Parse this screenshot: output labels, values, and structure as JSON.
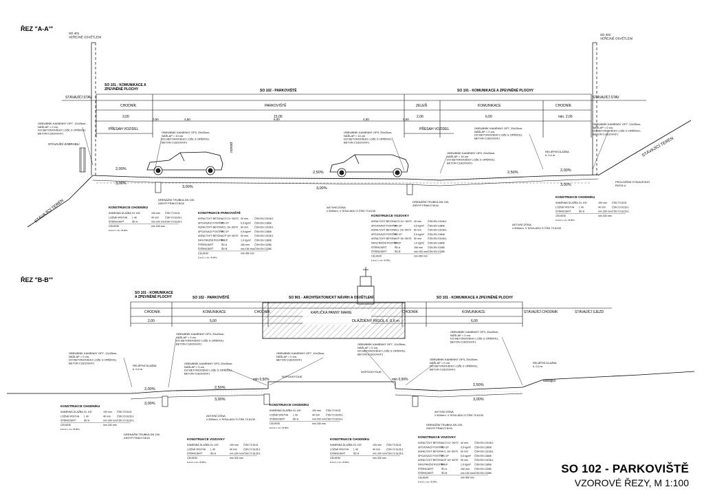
{
  "sections": {
    "a": {
      "title": "ŘEZ \"A-A'\"",
      "pole_left": "SO 401\nVEŘEJNÉ OSVĚTLENÍ",
      "pole_right": "SO 401\nVEŘEJNÉ OSVĚTLENÍ",
      "head_so101_left": "SO 101 - KOMUNIKACE A\nZPEVNĚNÉ PLOCHY",
      "head_so102": "SO 102 - PARKOVIŠTĚ",
      "head_so101_right": "SO 101 - KOMUNIKACE A ZPEVNĚNÉ PLOCHY",
      "zones": [
        "CHODNÍK",
        "PARKOVIŠTĚ",
        "ZELEŇ",
        "KOMUNIKACE",
        "CHODNÍK"
      ],
      "zone_dims": [
        "3,00",
        "15,00",
        "2,00",
        "6,00",
        "min. 2,00"
      ],
      "sub_dims": [
        "0,50",
        "4,50",
        "6,00",
        "4,50",
        "0,50",
        "0,50"
      ],
      "existing_left": "STÁVAJÍCÍ STAV",
      "existing_right": "STÁVAJÍCÍ STAV",
      "overhang_1": "PŘESAH VOZIDEL",
      "overhang_2": "PŘESAH VOZIDEL",
      "slopes": [
        "2,00%",
        "3,00%",
        "3,00%",
        "2,50%",
        "3,00%",
        "2,50%",
        "2,00%",
        "3,00%"
      ],
      "curb_1": "OBRUBNÍK KAMENNÝ OP7, 12x25cm,\nNÁŠLAP = 0 cm,\nDO BETONOVÉHO LOŽE S OPĚROU,\nBETON C16/20nXF1",
      "curb_2": "OBRUBNÍK KAMENNÝ OP3, 25x20cm,\nNÁŠLAP = 10 cm\nDO BETONOVÉHO LOŽE S OPĚROU,\nBETON C16/20nXF1",
      "curb_3": "OBRUBNÍK KAMENNÝ OP3, 25x20cm,\nNÁŠLAP = 10 cm\nDO BETONOVÉHO LOŽE S OPĚROU,\nBETON C16/20nXF1",
      "curb_4": "OBRUBNÍK KAMENNÝ OP3, 25x20cm,\nNÁŠLAP = 10 cm\nDO BETONOVÉHO LOŽE S OPĚROU,\nBETON C16/20nXF1",
      "curb_5": "OBRUBNÍK KAMENNÝ OP7, 25x20cm,\nNÁŠLAP = 0 cm,\nDO BETONOVÉHO LOŽE S OPĚROU,\nBETON C16/20nXF1",
      "curb_6": "OBRUBNÍK KAMENNÝ OP7, 12x25cm,\nNÁŠLAP = 0 cm,\nDO BETONOVÉHO LOŽE S OPĚROU,\nBETON C16/20nXF1",
      "barrier": "STÁVAJÍCÍ ZÁBRADLÍ",
      "terrain_left": "STÁVAJÍCÍ TERÉN",
      "terrain_right": "STÁVAJÍCÍ TERÉN",
      "drain": "DRENÁŽNÍ TRUBKA DN 100,\nZÁSYP FRAKCÍ 8/16",
      "drain_2": "DRENÁŽNÍ TRUBKA DN 100,\nZÁSYP FRAKCÍ 8/16",
      "active_zone": "AKTIVNÍ ZÓNA\n≥ 500mm, V SOULADU S ČSN 73 6133",
      "active_zone_2": "AKTIVNÍ ZÓNA\n≥ 500mm, V SOULADU S ČSN 73 6133",
      "relief": "RELIÉFNÍ DLAŽBA\nš. 0,4 m",
      "infiltration": "PROLOŽENÍ STÁVAJÍCÍHO\nRIGOLU",
      "tab_walk": "KONSTRUKCE CHODNÍKU",
      "tab_park": "KONSTRUKCE PARKOVIŠTĚ",
      "tab_road": "KONSTRUKCE VOZOVKY",
      "tab_walk_2": "KONSTRUKCE CHODNÍKU",
      "rozvod": "rozvod"
    },
    "b": {
      "title": "ŘEZ \"B-B'\"",
      "head_so101_left": "SO 101 - KOMUNIKACE\nA ZPEVNĚNÉ PLOCHY",
      "head_so102": "SO 102 - PARKOVIŠTĚ",
      "head_so901": "SO 901 - ARCHITEKTONICKÝ NÁVRH A OSVĚTLENÍ",
      "head_so101_right": "SO 101 - KOMUNIKACE A ZPEVNĚNÉ PLOCHY",
      "zones": [
        "CHODNÍK",
        "KOMUNIKACE",
        "CHODNÍK",
        "KAPLIČKA PANNY MARIE",
        "CHODNÍK",
        "KOMUNIKACE",
        "STÁVAJÍCÍ CHODNÍK",
        "STÁVAJÍCÍ SJEZD"
      ],
      "zone_dims": [
        "2,00",
        "5,00",
        "6,00"
      ],
      "rigol": "DLÁŽDĚNÝ RIGOL š. 0,6 m",
      "slopes": [
        "2,00%",
        "3,00%",
        "2,50%",
        "3,00%",
        "min 0,50%",
        "min 0,50%",
        "2,50%",
        "3,00%"
      ],
      "curb_1": "OBRUBNÍK KAMENNÝ OP7, 12x25cm,\nNÁŠLAP = 0 cm,\nDO BETONOVÉHO LOŽE S OPĚROU,\nBETON C16/20nXF1",
      "curb_2": "OBRUBNÍK KAMENNÝ OP3, 25x20cm,\nNÁŠLAP = 0 cm\nDO BETONOVÉHO LOŽE S OPĚROU,\nBETON C16/20nXF1",
      "curb_3": "OBRUBNÍK KAMENNÝ OP3, 25x20cm,\nNÁŠLAP = 0 cm\nDO BETONOVÉHO LOŽE S OPĚROU,\nBETON C16/20nXF1",
      "curb_4": "OBRUBNÍK KAMENNÝ OP7, 12x25cm,\nNÁŠLAP = 0 cm,\nBETON C16/20nXF1",
      "curb_5": "OBRUBNÍK KAMENNÝ OP7, 12x25cm,\nNÁŠLAP = 0 cm,\nDO BETONOVÉHO LOŽE S OPĚROU,\nBETON C16/20nXF1",
      "curb_6": "OBRUBNÍK KAMENNÝ OP3, 25x20cm,\nNÁŠLAP = 0 cm\nDO BETONOVÉHO LOŽE S OPĚROU,\nBETON C16/20nXF1",
      "curb_7": "OBRUBNÍK KAMENNÝ OP3, 25x20cm,\nNÁŠLAP = 0 cm\nDO BETONOVÉHO LOŽE S OPĚROU,\nBETON C16/20nXF1",
      "relief": "RELIÉFNÍ DLAŽBA\nš. 0,4 m",
      "relief_2": "RELIÉFNÍ DLAŽBA\nš. 0,4 m",
      "foil": "NOPOVÁ FOLIE",
      "foil_2": "NOPOVÁ FOLIE",
      "active_zone": "AKTIVNÍ ZÓNA\n≥ 500mm, V SOULADU S ČSN 73 6133",
      "active_zone_2": "AKTIVNÍ ZÓNA\n≥ 500mm, V SOULADU S ČSN 73 6133",
      "drain": "DRENÁŽNÍ TRUBKA DN 100,\nZÁSYP FRAKCÍ 8/16",
      "drain_2": "DRENÁŽNÍ TRUBKA DN 100,\nZÁSYP FRAKCÍ 8/16",
      "existing": "stávající",
      "tab_walk": "KONSTRUKCE CHODNÍKU",
      "tab_road": "KONSTRUKCE VOZOVKY",
      "tab_walk_2": "KONSTRUKCE CHODNÍKU",
      "tab_walk_3": "KONSTRUKCE CHODNÍKU",
      "tab_road_2": "KONSTRUKCE VOZOVKY"
    }
  },
  "tables": {
    "walk": [
      [
        "KAMENNÁ DLAŽBA",
        "DL 100",
        "100 mm",
        "ČSN 73 6131"
      ],
      [
        "LOŽNÁ VRSTVA",
        "L 40",
        "40 mm",
        "ČSN 73 6126-1"
      ],
      [
        "ŠTĚRKODRŤ",
        "ŠD A",
        "min 200 mm",
        "ČSN 73 6126-1"
      ],
      [
        "CELKEM",
        "",
        "min 340 mm",
        ""
      ]
    ],
    "park": [
      [
        "ASFALTOVÝ BETON",
        "ACO 11+ 50/70",
        "40 mm",
        "ČSN EN 13108-1"
      ],
      [
        "SPOJOVACÍ POSTŘIK",
        "PS CP",
        "0,5 kg/m²",
        "ČSN EN 13808"
      ],
      [
        "ASFALTOVÝ BETON",
        "ACL 16+ 50/70",
        "60 mm",
        "ČSN EN 13108-1"
      ],
      [
        "SPOJOVACÍ POSTŘIK",
        "PS CP",
        "0,5 kg/m²",
        "ČSN EN 13808"
      ],
      [
        "ASFALTOVÝ BETON",
        "ACP 16+ 50/70",
        "50 mm",
        "ČSN EN 13108-1"
      ],
      [
        "INFILTRAČNÍ POSTŘIK",
        "PI EP",
        "1,0 kg/m²",
        "ČSN EN 13808"
      ],
      [
        "ŠTĚRKODRŤ",
        "ŠD A",
        "150 mm",
        "ČSN EN 13285"
      ],
      [
        "ŠTĚRKODRŤ",
        "ŠD B",
        "min 150 mm",
        "ČSN EN 13285"
      ],
      [
        "CELKEM",
        "",
        "min 450 mm",
        ""
      ]
    ],
    "note": "E def,2 ≥ min. 45 MPa",
    "title_main": "SO 102 - PARKOVIŠTĚ",
    "title_sub": "VZOROVÉ ŘEZY, M 1:100"
  }
}
